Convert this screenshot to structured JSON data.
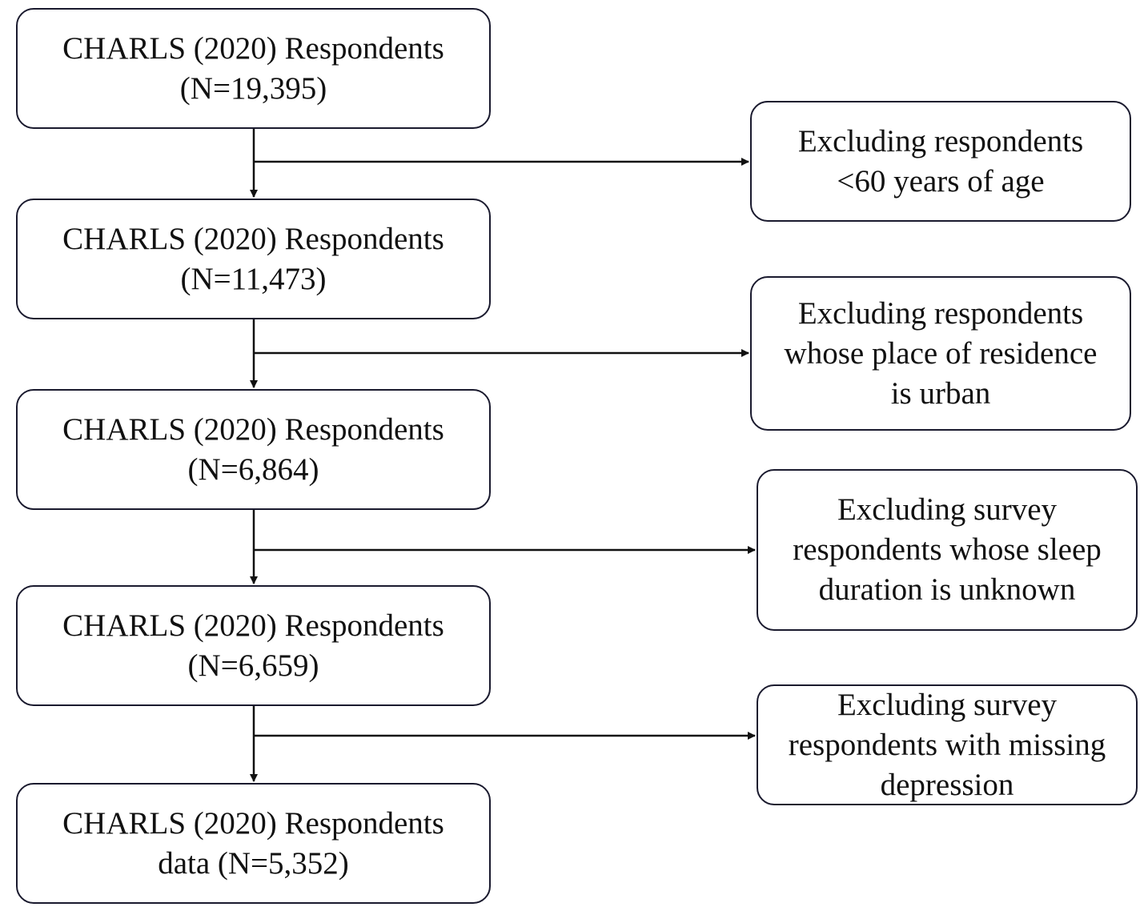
{
  "flow": {
    "main_boxes": [
      {
        "line1": "CHARLS (2020) Respondents",
        "line2": "(N=19,395)"
      },
      {
        "line1": "CHARLS (2020) Respondents",
        "line2": "(N=11,473)"
      },
      {
        "line1": "CHARLS (2020) Respondents",
        "line2": "(N=6,864)"
      },
      {
        "line1": "CHARLS (2020) Respondents",
        "line2": "(N=6,659)"
      },
      {
        "line1": "CHARLS (2020) Respondents",
        "line2": "data (N=5,352)"
      }
    ],
    "exclusion_boxes": [
      {
        "lines": [
          "Excluding respondents",
          "<60 years of age"
        ]
      },
      {
        "lines": [
          "Excluding respondents",
          "whose place of residence",
          "is urban"
        ]
      },
      {
        "lines": [
          "Excluding survey",
          "respondents whose sleep",
          "duration is unknown"
        ]
      },
      {
        "lines": [
          "Excluding survey",
          "respondents with missing",
          "depression"
        ]
      }
    ]
  },
  "colors": {
    "line": "#111111",
    "border": "#1a1a2e",
    "background": "#ffffff"
  }
}
